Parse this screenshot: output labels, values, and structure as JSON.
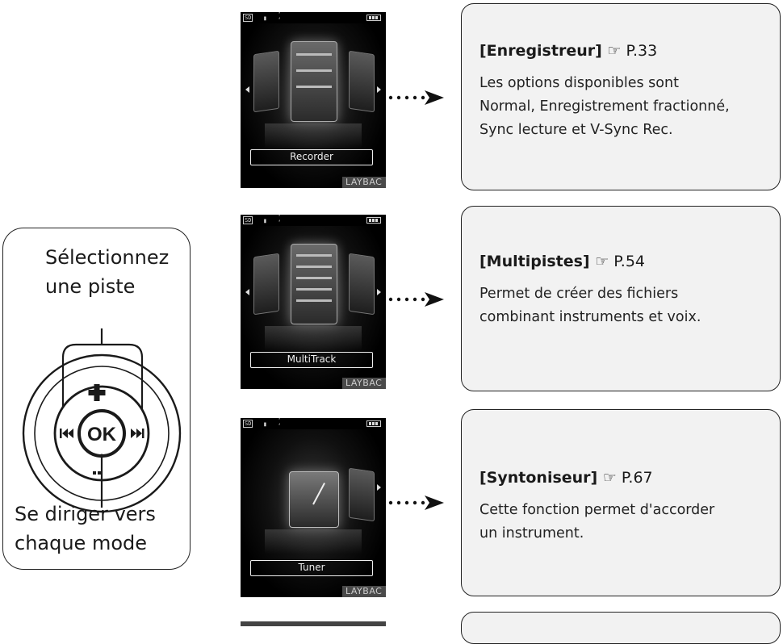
{
  "control": {
    "label_top": [
      "Sélectionnez",
      "une piste"
    ],
    "label_bottom": [
      "Se diriger vers",
      "chaque mode"
    ],
    "ok_label": "OK",
    "plus_label": "+",
    "minus_label": "–",
    "prev_icon": "skip-back-icon",
    "next_icon": "skip-forward-icon"
  },
  "screens": [
    {
      "mode_label": "Recorder",
      "playback_tag": "LAYBAC"
    },
    {
      "mode_label": "MultiTrack",
      "playback_tag": "LAYBAC"
    },
    {
      "mode_label": "Tuner",
      "playback_tag": "LAYBAC"
    }
  ],
  "modes": [
    {
      "title": "[Enregistreur]",
      "ref": "☞ P.33",
      "lines": [
        "Les options disponibles sont",
        "Normal, Enregistrement fractionné,",
        "Sync lecture et V-Sync Rec."
      ]
    },
    {
      "title": "[Multipistes]",
      "ref": "☞ P.54",
      "lines": [
        "Permet de créer des fichiers",
        "combinant instruments et voix."
      ]
    },
    {
      "title": "[Syntoniseur]",
      "ref": "☞ P.67",
      "lines": [
        "Cette fonction permet d'accorder",
        "un instrument."
      ]
    }
  ],
  "colors": {
    "box_bg": "#f2f2f2",
    "border": "#222222",
    "screen_bg": "#000000"
  }
}
